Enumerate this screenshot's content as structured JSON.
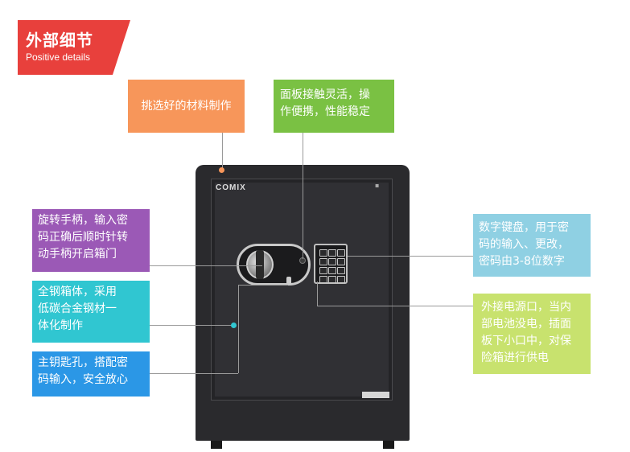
{
  "header": {
    "title_cn": "外部细节",
    "title_en": "Positive details",
    "color": "#e8403c"
  },
  "callouts": {
    "handle_material": {
      "text": "挑选好的材料制作",
      "color": "#f7965a"
    },
    "panel": {
      "lines": [
        "面板接触灵活，操",
        "作便携，性能稳定"
      ],
      "color": "#7ac143"
    },
    "handle": {
      "lines": [
        "旋转手柄，输入密",
        "码正确后顺时针转",
        "动手柄开启箱门"
      ],
      "color": "#9b59b6"
    },
    "body": {
      "lines": [
        "全钢箱体，采用",
        "低碳合金钢材一",
        "体化制作"
      ],
      "color": "#30c6d1"
    },
    "key": {
      "lines": [
        "主钥匙孔，搭配密",
        "码输入，安全放心"
      ],
      "color": "#2b97e6"
    },
    "keypad": {
      "lines": [
        "数字键盘，用于密",
        "码的输入、更改，",
        "密码由3-8位数字"
      ],
      "color": "#8fd0e3"
    },
    "power": {
      "lines": [
        "外接电源口，当内",
        "部电池没电，插面",
        "板下小口中，对保",
        "险箱进行供电"
      ],
      "color": "#c8e26e"
    }
  },
  "safe": {
    "brand": "COMIX",
    "icons": [
      "handle-icon",
      "keypad-icon",
      "keyhole-icon"
    ]
  }
}
